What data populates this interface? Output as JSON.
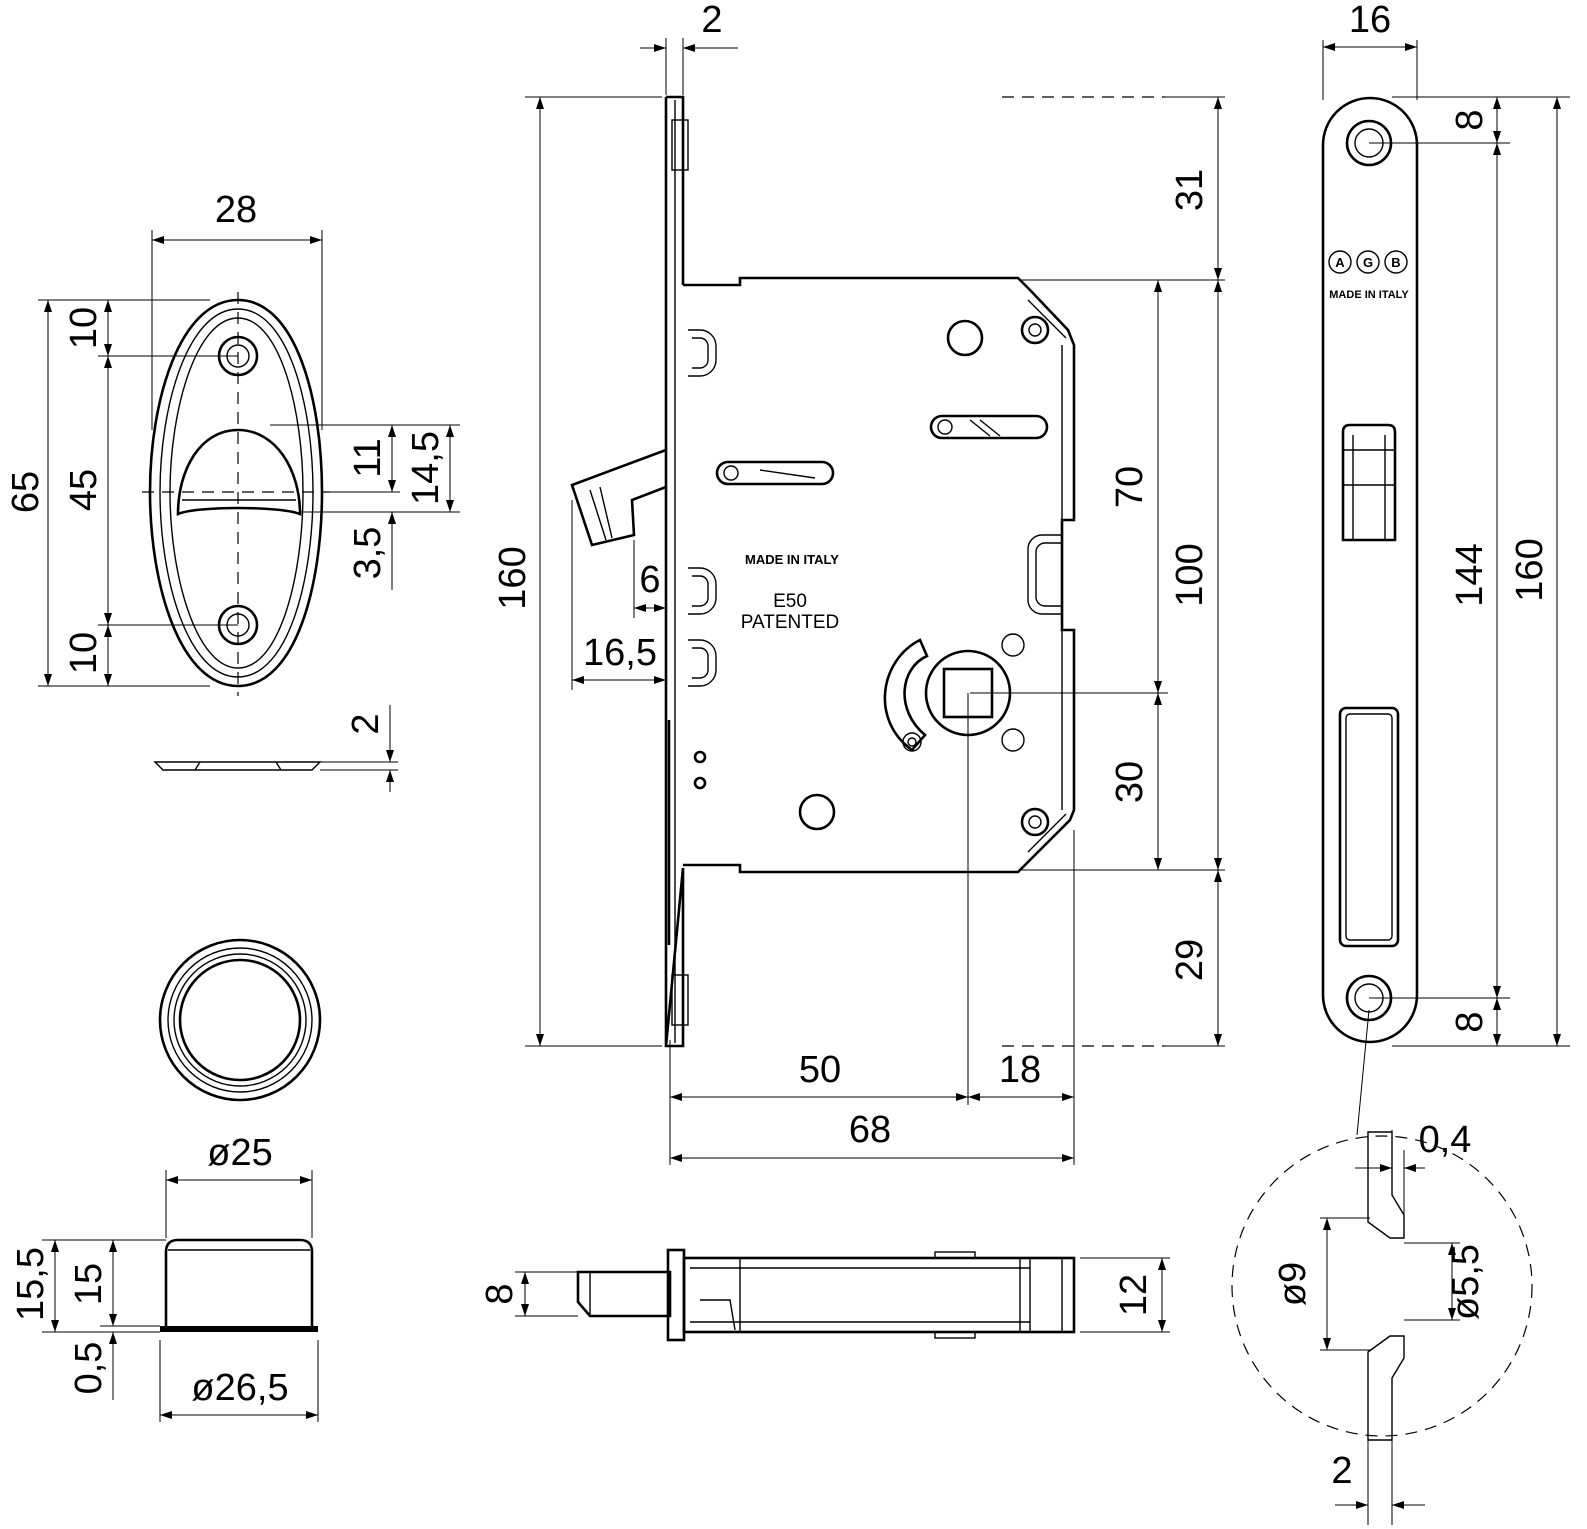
{
  "colors": {
    "line": "#000000",
    "background": "#ffffff"
  },
  "strike_plate": {
    "width": "28",
    "height_total": "65",
    "hole_top": "10",
    "hole_span": "45",
    "hole_bottom": "10",
    "opening_h": "11",
    "opening_total": "14,5",
    "opening_offset": "3,5",
    "thickness": "2"
  },
  "cap": {
    "diameter_top": "ø25",
    "diameter_base": "ø26,5",
    "height": "15",
    "height_total": "15,5",
    "base": "0,5"
  },
  "lock_body": {
    "faceplate_thickness": "2",
    "height_total": "160",
    "latch_offset": "16,5",
    "latch_small": "6",
    "top_offset": "31",
    "bolt_pitch": "70",
    "case_height": "100",
    "lower_pitch": "30",
    "bottom_offset": "29",
    "backset": "50",
    "rear": "18",
    "depth": "68",
    "body_marking": "MADE IN ITALY",
    "model": "E50",
    "model_note": "PATENTED"
  },
  "bottom_view": {
    "spindle": "8",
    "body": "12"
  },
  "faceplate": {
    "width": "16",
    "hole_top": "8",
    "hole_span": "144",
    "height": "160",
    "hole_bottom": "8",
    "brand": [
      "A",
      "G",
      "B"
    ],
    "brand_note": "MADE IN ITALY"
  },
  "detail": {
    "sheet": "0,4",
    "countersink": "ø9",
    "hole": "ø5,5",
    "thickness": "2"
  }
}
